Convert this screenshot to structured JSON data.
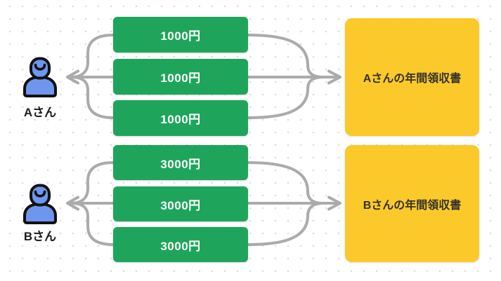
{
  "diagram": {
    "rows": [
      {
        "id": "A",
        "person_label": "Aさん",
        "receipts": [
          "1000円",
          "1000円",
          "1000円"
        ],
        "summary_label": "Aさんの年間領収書"
      },
      {
        "id": "B",
        "person_label": "Bさん",
        "receipts": [
          "3000円",
          "3000円",
          "3000円"
        ],
        "summary_label": "Bさんの年間領収書"
      }
    ],
    "colors": {
      "receipt_green": "#1EA55B",
      "summary_yellow": "#FBC929",
      "person_blue": "#6E96EE",
      "connector_gray": "#ABABAB",
      "receipt_text": "#FFFFFF",
      "summary_text": "#33312B",
      "label_text": "#1C1C1C",
      "background": "#FFFFFF",
      "dot_grid": "#DBDBDB"
    }
  }
}
